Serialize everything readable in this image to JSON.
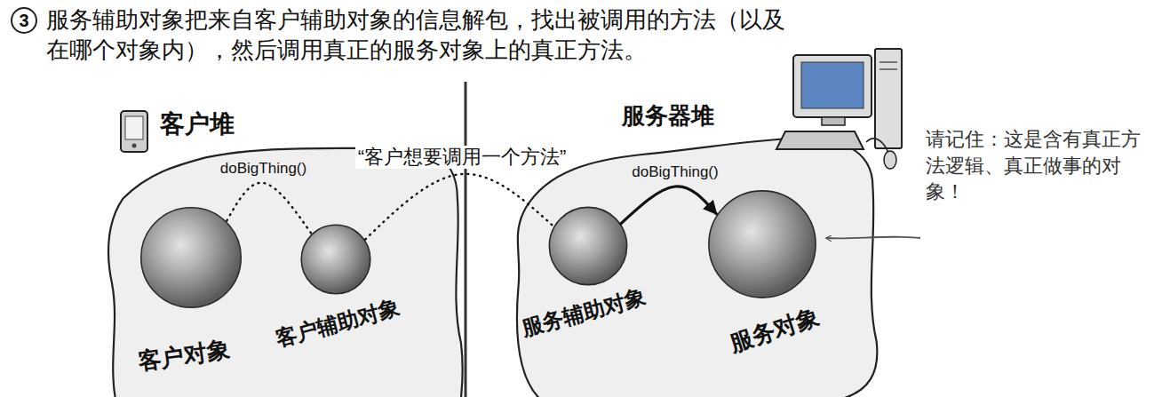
{
  "diagram": {
    "title": "服务辅助对象把来自客户辅助对象的信息解包，找出被调用的方法（以及在哪个对象内），然后调用真正的服务对象上的真正方法。",
    "nodes": [
      {
        "text": [
          "客户堆"
        ]
      },
      {
        "text": [
          "客户对象"
        ],
        "in": 0
      },
      {
        "text": [
          "客户辅助对象"
        ],
        "in": 0
      },
      {
        "text": [
          "服务器堆"
        ]
      },
      {
        "text": [
          "服务辅助对象"
        ],
        "in": 3
      },
      {
        "text": [
          "服务对象"
        ],
        "in": 3
      }
    ],
    "edges": [
      {
        "from": 1,
        "to": 2,
        "label": "doBigThing()",
        "arrow": "none"
      },
      {
        "from": 2,
        "to": 4,
        "label": "“客户想要调用一个方法”",
        "arrow": "none"
      },
      {
        "from": 4,
        "to": 5,
        "label": "doBigThing()",
        "arrow": "to"
      }
    ],
    "labels": [
      "3",
      "请记住：这是含有真正方法逻辑、真正做事的对象！"
    ]
  }
}
